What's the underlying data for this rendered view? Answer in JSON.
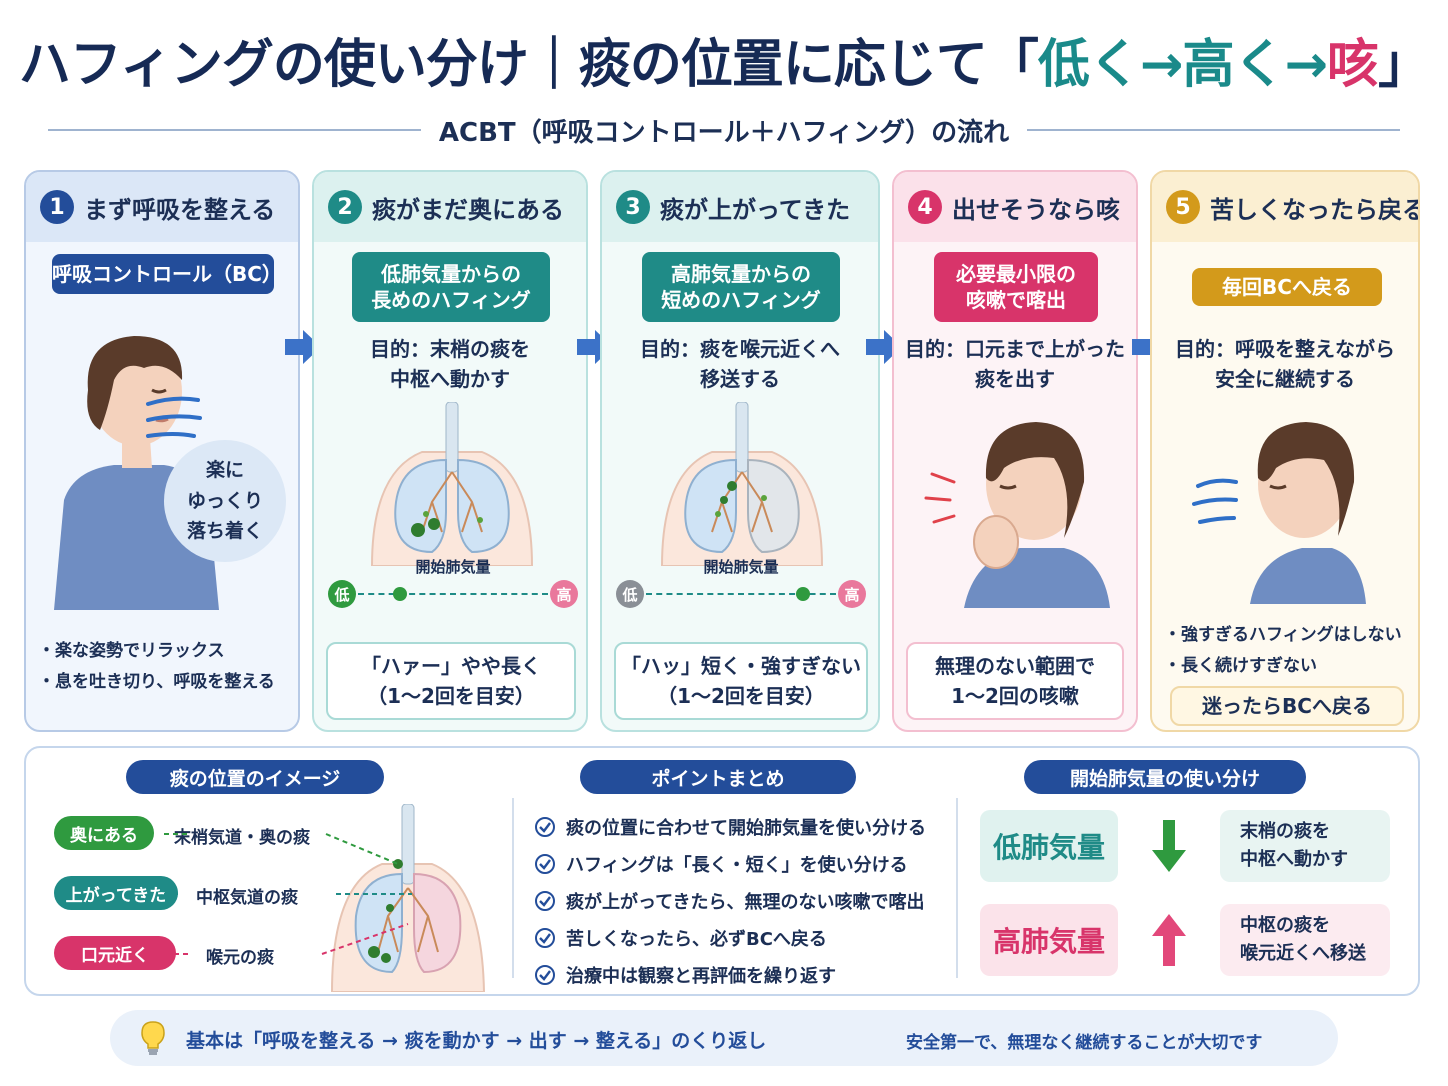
{
  "title": {
    "main": "ハフィングの使い分け｜痰の位置に応じて「",
    "low": "低く→",
    "high": "高く→",
    "cough": "咳",
    "close": "」"
  },
  "subtitle": "ACBT（呼吸コントロール＋ハフィング）の流れ",
  "steps": [
    {
      "num": "1",
      "heading": "まず呼吸を整える",
      "pill": "呼吸コントロール（BC）",
      "bubble": [
        "楽に",
        "ゆっくり",
        "落ち着く"
      ],
      "bullets": [
        "・楽な姿勢でリラックス",
        "・息を吐き切り、呼吸を整える"
      ]
    },
    {
      "num": "2",
      "heading": "痰がまだ奥にある",
      "pill": [
        "低肺気量からの",
        "長めのハフィング"
      ],
      "goal": [
        "目的：末梢の痰を",
        "中枢へ動かす"
      ],
      "scale_label": "開始肺気量",
      "scale_low": "低",
      "scale_high": "高",
      "scale_level": 0.2,
      "note": [
        "「ハァー」やや長く",
        "（1～2回を目安）"
      ]
    },
    {
      "num": "3",
      "heading": "痰が上がってきた",
      "pill": [
        "高肺気量からの",
        "短めのハフィング"
      ],
      "goal": [
        "目的：痰を喉元近くへ",
        "移送する"
      ],
      "scale_label": "開始肺気量",
      "scale_low": "低",
      "scale_high": "高",
      "scale_level": 0.85,
      "note": [
        "「ハッ」短く・強すぎない",
        "（1～2回を目安）"
      ]
    },
    {
      "num": "4",
      "heading": "出せそうなら咳",
      "pill": [
        "必要最小限の",
        "咳嗽で喀出"
      ],
      "goal": [
        "目的：口元まで上がった",
        "痰を出す"
      ],
      "note": [
        "無理のない範囲で",
        "1～2回の咳嗽"
      ]
    },
    {
      "num": "5",
      "heading": "苦しくなったら戻る",
      "pill": "毎回BCへ戻る",
      "goal": [
        "目的：呼吸を整えながら",
        "安全に継続する"
      ],
      "bullets": [
        "・強すぎるハフィングはしない",
        "・長く続けすぎない"
      ],
      "note": "迷ったらBCへ戻る"
    }
  ],
  "position_section": {
    "heading": "痰の位置のイメージ",
    "items": [
      {
        "tag": "奥にある",
        "desc": "末梢気道・奥の痰",
        "color": "#2f9a3f"
      },
      {
        "tag": "上がってきた",
        "desc": "中枢気道の痰",
        "color": "#1f8b87"
      },
      {
        "tag": "口元近く",
        "desc": "喉元の痰",
        "color": "#d8346a"
      }
    ]
  },
  "points_section": {
    "heading": "ポイントまとめ",
    "items": [
      "痰の位置に合わせて開始肺気量を使い分ける",
      "ハフィングは「長く・短く」を使い分ける",
      "痰が上がってきたら、無理のない咳嗽で喀出",
      "苦しくなったら、必ずBCへ戻る",
      "治療中は観察と再評価を繰り返す"
    ]
  },
  "volume_section": {
    "heading": "開始肺気量の使い分け",
    "low": {
      "label": "低肺気量",
      "desc": [
        "末梢の痰を",
        "中枢へ動かす"
      ]
    },
    "high": {
      "label": "高肺気量",
      "desc": [
        "中枢の痰を",
        "喉元近くへ移送"
      ]
    }
  },
  "footer": {
    "main": "基本は「呼吸を整える → 痰を動かす → 出す → 整える」のくり返し",
    "sub": "安全第一で、無理なく継続することが大切です"
  },
  "colors": {
    "navy": "#234d9a",
    "teal": "#1f8b87",
    "pink": "#d8346a",
    "gold": "#d39a1b",
    "green": "#2f9a3f"
  }
}
